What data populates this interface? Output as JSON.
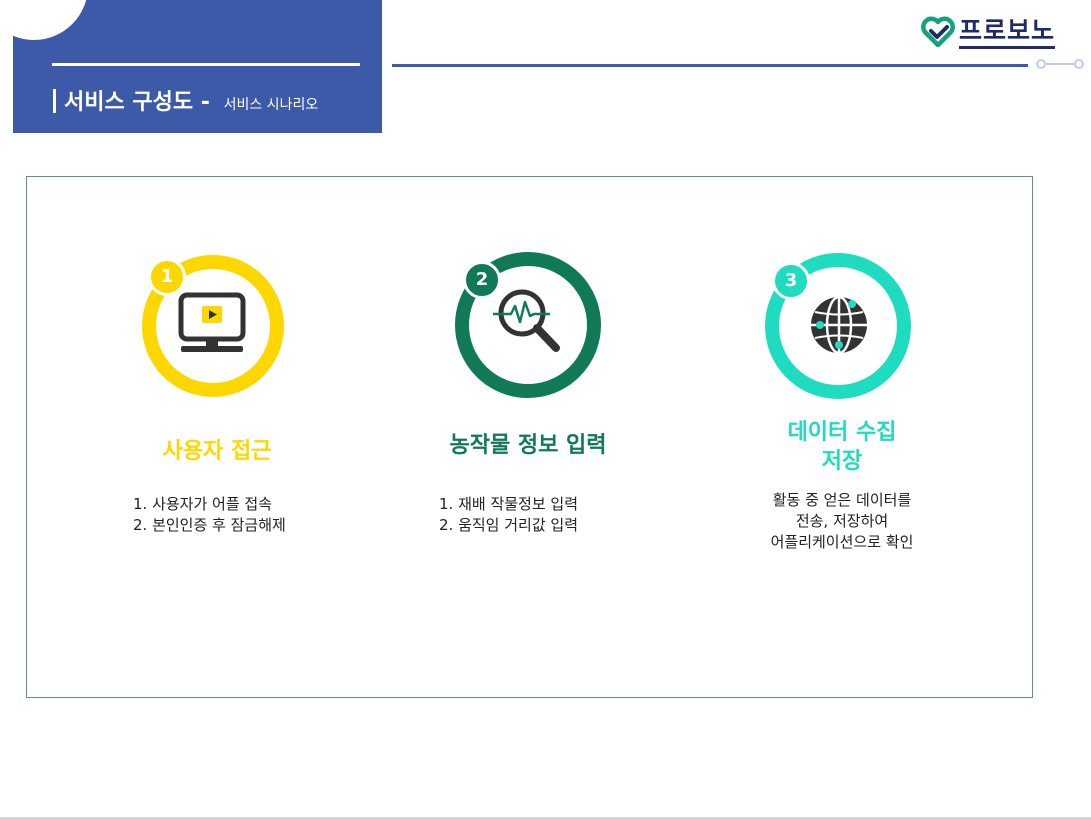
{
  "header": {
    "title": "서비스 구성도",
    "separator": "-",
    "subtitle": "서비스 시나리오"
  },
  "logo": {
    "text": "프로보노"
  },
  "colors": {
    "brand_blue": "#3d5aa8",
    "step1": "#ffd700",
    "step2": "#0f7a55",
    "step3": "#1fdcc0"
  },
  "steps": [
    {
      "number": "1",
      "icon": "monitor-play-icon",
      "title": "사용자 접근",
      "lines": [
        "1. 사용자가 어플 접속",
        "2. 본인인증 후 잠금해제"
      ]
    },
    {
      "number": "2",
      "icon": "magnifier-heartbeat-icon",
      "title": "농작물 정보 입력",
      "lines": [
        "1. 재배 작물정보 입력",
        "2. 움직임 거리값 입력"
      ]
    },
    {
      "number": "3",
      "icon": "globe-network-icon",
      "title_lines": [
        "데이터 수집",
        "저장"
      ],
      "lines": [
        "활동 중 얻은 데이터를",
        "전송, 저장하여",
        "어플리케이션으로 확인"
      ]
    }
  ]
}
